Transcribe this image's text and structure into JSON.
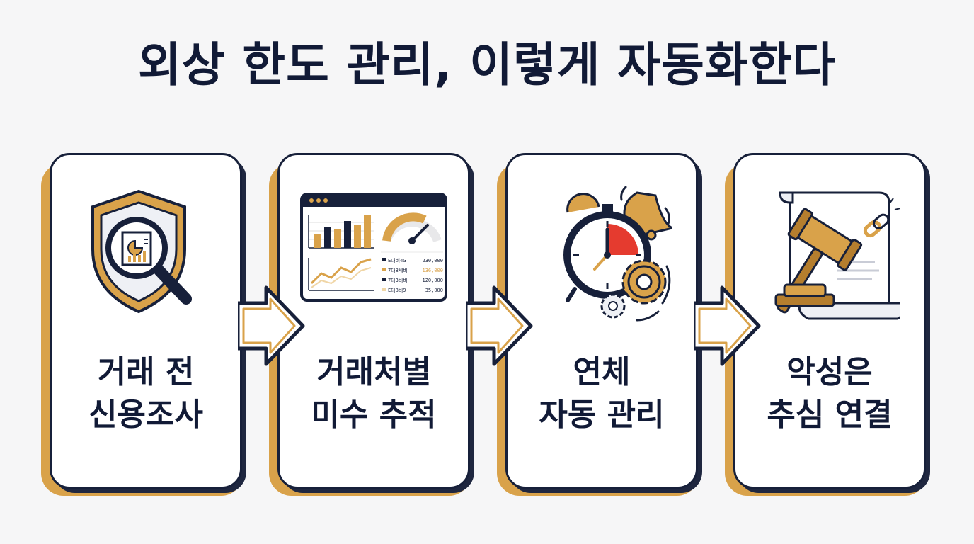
{
  "title": "외상 한도 관리, 이렇게 자동화한다",
  "steps": [
    {
      "line1": "거래 전",
      "line2": "신용조사",
      "icon": "shield-magnifier-icon"
    },
    {
      "line1": "거래처별",
      "line2": "미수 추적",
      "icon": "dashboard-icon"
    },
    {
      "line1": "연체",
      "line2": "자동 관리",
      "icon": "alarm-clock-icon"
    },
    {
      "line1": "악성은",
      "line2": "추심 연결",
      "icon": "gavel-icon"
    }
  ],
  "dashboard": {
    "rows": [
      {
        "label": "E대비4G",
        "value": "230,000"
      },
      {
        "label": "7대8세비",
        "value": "136,000"
      },
      {
        "label": "7대3비비",
        "value": "120,000"
      },
      {
        "label": "E대8비9",
        "value": "35,000"
      }
    ]
  },
  "colors": {
    "navy": "#17203a",
    "gold": "#d9a24a",
    "red": "#e53b2f",
    "background": "#f6f6f7"
  }
}
